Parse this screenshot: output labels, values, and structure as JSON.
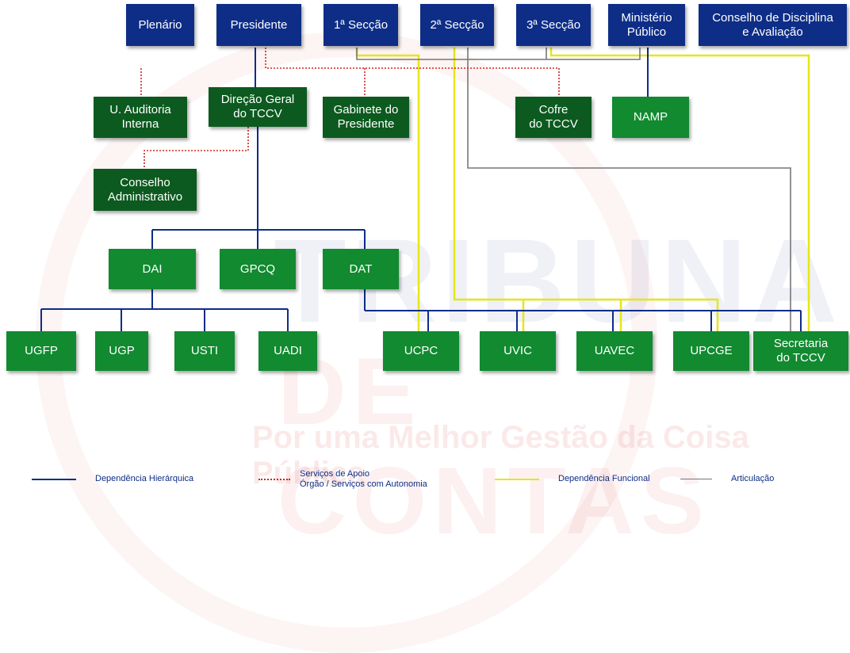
{
  "watermark": {
    "line1": "TRIBUNAL",
    "line2": "DE CONTAS",
    "tagline": "Por uma Melhor Gestão da Coisa Pública"
  },
  "colors": {
    "hierarchical": "#0d2d87",
    "support": "#d32323",
    "functional": "#e6e619",
    "articulation": "#777777",
    "top_box": "#0d2d87",
    "support_box": "#0c5a1f",
    "unit_box": "#118a30"
  },
  "nodes": {
    "plenario": "Plenário",
    "presidente": "Presidente",
    "seccao1": "1ª Secção",
    "seccao2": "2ª Secção",
    "seccao3": "3ª Secção",
    "ministerio": "Ministério\nPúblico",
    "conselho_disciplina": "Conselho de Disciplina\ne Avaliação",
    "auditoria": "U. Auditoria\nInterna",
    "direcao": "Direção Geral\ndo TCCV",
    "gabinete": "Gabinete do\nPresidente",
    "cofre": "Cofre\ndo TCCV",
    "namp": "NAMP",
    "conselho_admin": "Conselho\nAdministrativo",
    "dai": "DAI",
    "gpcq": "GPCQ",
    "dat": "DAT",
    "ugfp": "UGFP",
    "ugp": "UGP",
    "usti": "USTI",
    "uadi": "UADI",
    "ucpc": "UCPC",
    "uvic": "UVIC",
    "uavec": "UAVEC",
    "upcge": "UPCGE",
    "secretaria": "Secretaria\ndo TCCV"
  },
  "legend": {
    "hierarchical": "Dependência Hierárquica",
    "support": "Serviços de Apoio\nÓrgão / Serviços com Autonomia",
    "functional": "Dependência Funcional",
    "articulation": "Articulação"
  }
}
